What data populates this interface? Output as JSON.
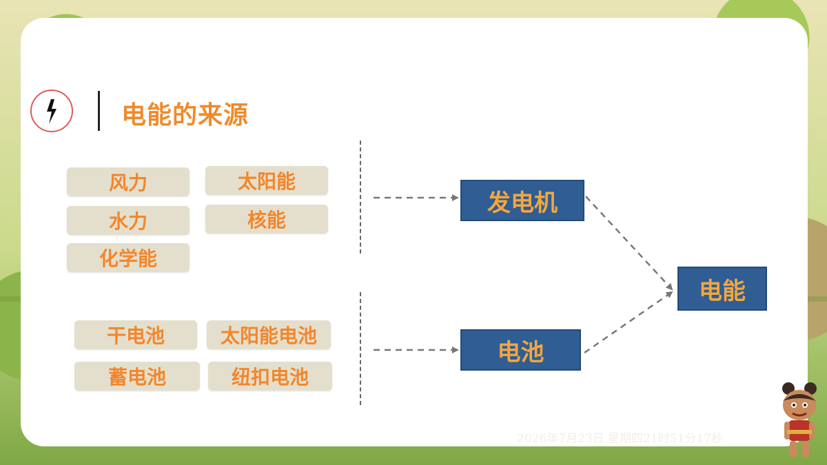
{
  "title": "电能的来源",
  "sources_group": [
    "风力",
    "太阳能",
    "水力",
    "核能",
    "化学能"
  ],
  "battery_group": [
    "干电池",
    "太阳能电池",
    "蓄电池",
    "纽扣电池"
  ],
  "generator_box": "发电机",
  "battery_box": "电池",
  "result_box": "电能",
  "timestamp": "2026年7月23日 星期四21时51分17秒",
  "colors": {
    "chip_text": "#f3862b",
    "box_fill": "#2f5d94",
    "accent": "#e05a5a"
  },
  "icons": {
    "header_icon": "lightning-bolt-icon",
    "mascot": "cartoon-character-icon"
  }
}
